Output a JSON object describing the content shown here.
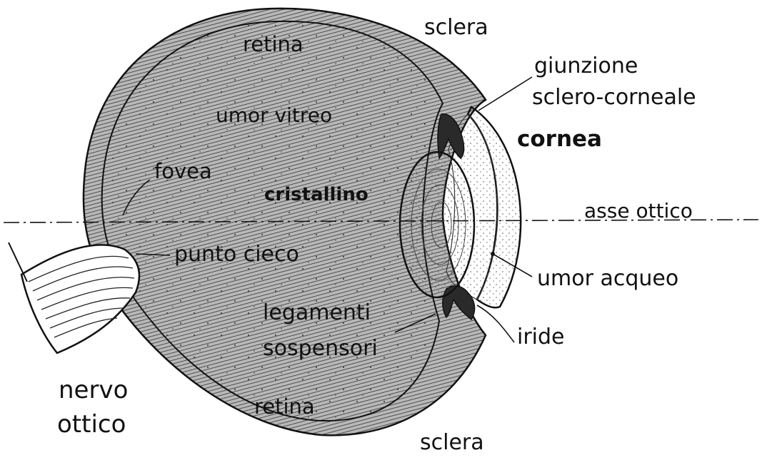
{
  "labels": {
    "sclera_top": "sclera",
    "retina_top": "retina",
    "giunzione_line1": "giunzione",
    "giunzione_line2": "sclero-corneale",
    "umor_vitreo": "umor vitreo",
    "cornea": "cornea",
    "fovea": "fovea",
    "cristallino": "cristallino",
    "asse_ottico": "asse ottico",
    "punto_cieco": "punto cieco",
    "umor_acqueo": "umor acqueo",
    "legamenti_line1": "legamenti",
    "legamenti_line2": "sospensori",
    "iride": "iride",
    "nervo_line1": "nervo",
    "nervo_line2": "ottico",
    "retina_bottom": "retina",
    "sclera_bottom": "sclera"
  },
  "colors": {
    "ink": "#111111",
    "wall_fill": "#9a9a9a",
    "paper": "#ffffff"
  }
}
